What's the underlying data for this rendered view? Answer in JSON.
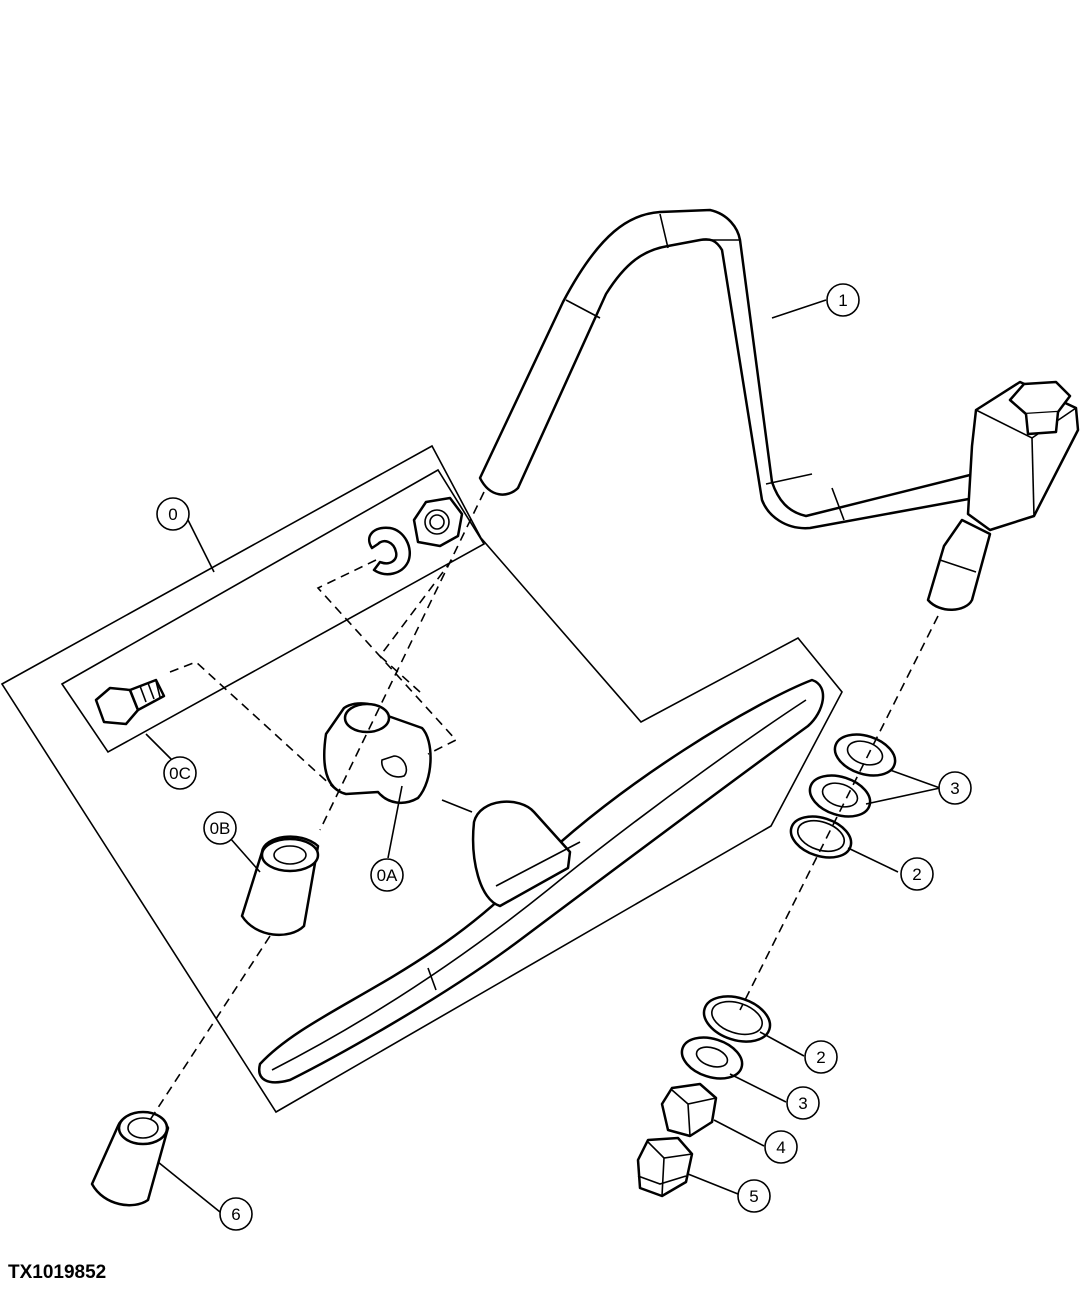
{
  "figure_id": "TX1019852",
  "callouts": {
    "c0": "0",
    "c0A": "0A",
    "c0B": "0B",
    "c0C": "0C",
    "c1": "1",
    "c2a": "2",
    "c2b": "2",
    "c3a": "3",
    "c3b": "3",
    "c4": "4",
    "c5": "5",
    "c6": "6"
  }
}
